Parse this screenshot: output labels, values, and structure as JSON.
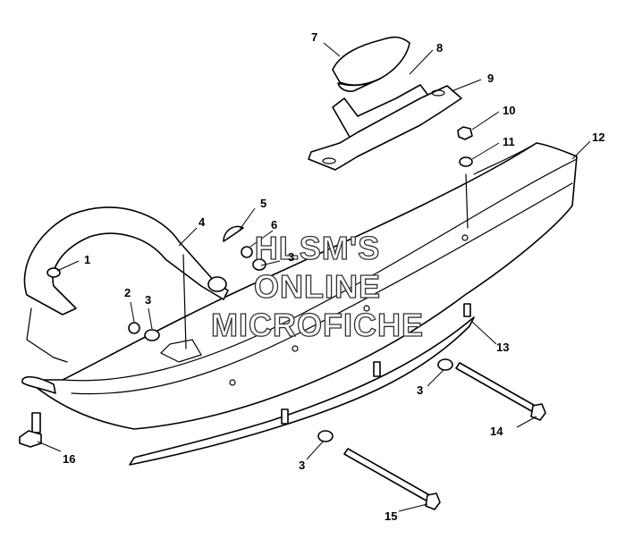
{
  "callouts": [
    {
      "id": "c1",
      "text": "1"
    },
    {
      "id": "c2",
      "text": "2"
    },
    {
      "id": "c3a",
      "text": "3"
    },
    {
      "id": "c3b",
      "text": "3"
    },
    {
      "id": "c3c",
      "text": "3"
    },
    {
      "id": "c3d",
      "text": "3"
    },
    {
      "id": "c4",
      "text": "4"
    },
    {
      "id": "c5",
      "text": "5"
    },
    {
      "id": "c6",
      "text": "6"
    },
    {
      "id": "c7",
      "text": "7"
    },
    {
      "id": "c8",
      "text": "8"
    },
    {
      "id": "c9",
      "text": "9"
    },
    {
      "id": "c10",
      "text": "10"
    },
    {
      "id": "c11",
      "text": "11"
    },
    {
      "id": "c12",
      "text": "12"
    },
    {
      "id": "c13",
      "text": "13"
    },
    {
      "id": "c14",
      "text": "14"
    },
    {
      "id": "c15",
      "text": "15"
    },
    {
      "id": "c16",
      "text": "16"
    }
  ],
  "watermark": [
    "HLSM'S",
    "ONLINE",
    "MICROFICHE"
  ]
}
